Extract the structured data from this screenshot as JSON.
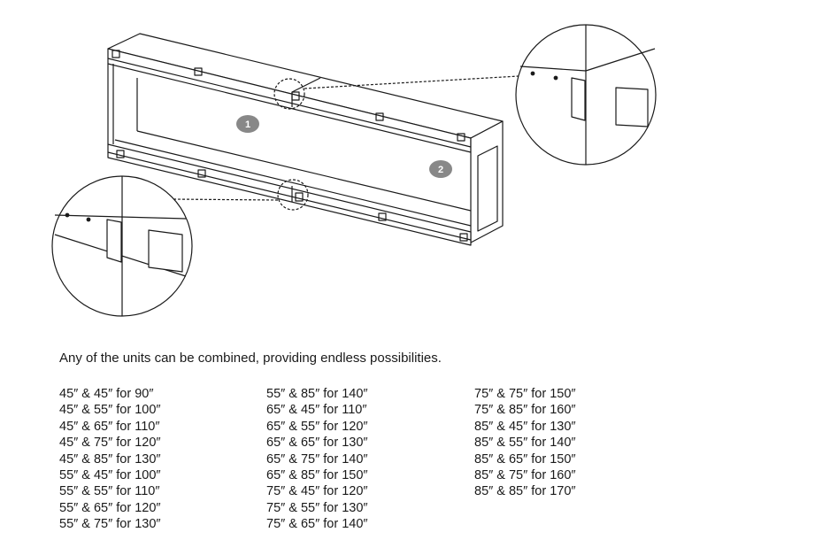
{
  "diagram": {
    "callouts": [
      {
        "label": "1"
      },
      {
        "label": "2"
      }
    ]
  },
  "intro": "Any of the units can be combined, providing endless possibilities.",
  "combinations": [
    [
      "45″ & 45″ for 90″",
      "45″ & 55″ for 100″",
      "45″ & 65″ for 110″",
      "45″ & 75″ for 120″",
      "45″ & 85″ for 130″",
      "55″ & 45″ for 100″",
      "55″ & 55″ for 110″",
      "55″ & 65″ for 120″",
      "55″ & 75″ for 130″"
    ],
    [
      "55″ & 85″ for 140″",
      "65″ & 45″ for 110″",
      "65″ & 55″ for 120″",
      "65″ & 65″ for 130″",
      "65″ & 75″ for 140″",
      "65″ & 85″ for 150″",
      "75″ & 45″ for 120″",
      "75″ & 55″ for 130″",
      "75″ & 65″ for 140″"
    ],
    [
      "75″ & 75″ for 150″",
      "75″ & 85″ for 160″",
      "85″ & 45″ for 130″",
      "85″ & 55″ for 140″",
      "85″ & 65″ for 150″",
      "85″ & 75″ for 160″",
      "85″ & 85″ for 170″"
    ]
  ]
}
